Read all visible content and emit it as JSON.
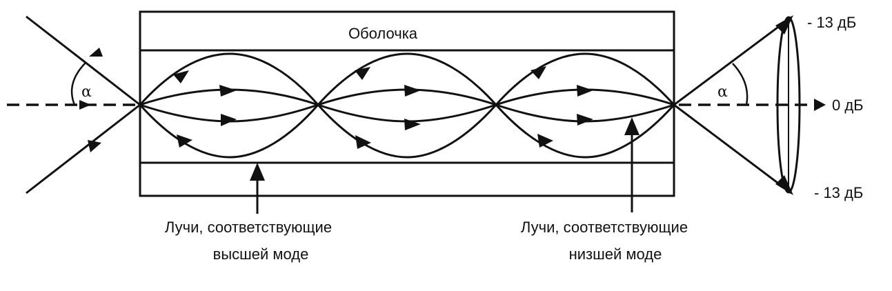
{
  "cladding_label": "Оболочка",
  "angle_symbol": "α",
  "db_labels": {
    "top": "- 13  дБ",
    "center": "0 дБ",
    "bottom": "- 13  дБ"
  },
  "callouts": {
    "higher_mode": {
      "line1": "Лучи, соответствующие",
      "line2": "высшей моде"
    },
    "lower_mode": {
      "line1": "Лучи, соответствующие",
      "line2": "низшей моде"
    }
  },
  "colors": {
    "ink": "#111111",
    "background": "#ffffff"
  }
}
